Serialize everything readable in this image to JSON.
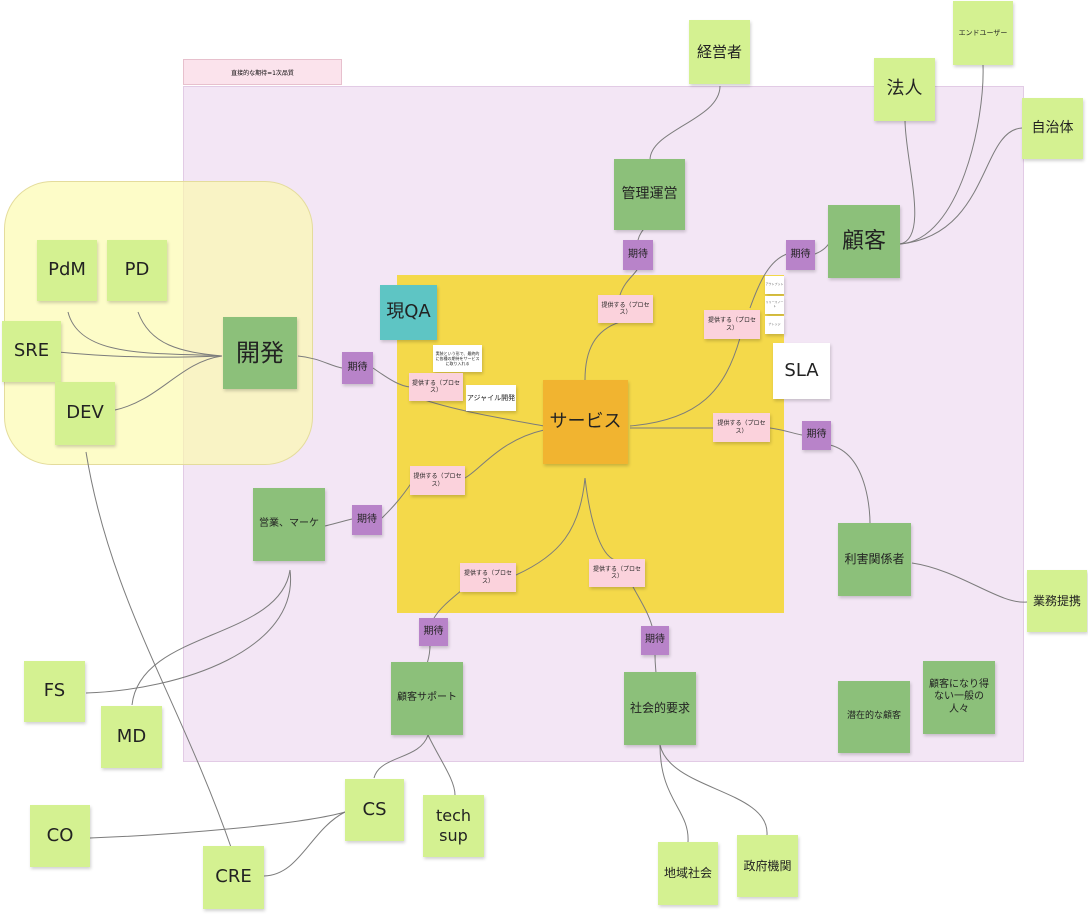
{
  "frame_label": "直接的な期待=1次品質",
  "center": "サービス",
  "team": {
    "dev": "開発",
    "pdm": "PdM",
    "pd": "PD",
    "sre": "SRE",
    "devs": "DEV"
  },
  "stakeholders": {
    "management": "管理運営",
    "executive": "経営者",
    "customer": "顧客",
    "corporate": "法人",
    "end_user": "エンドユーザー",
    "municipality": "自治体",
    "sales": "営業、マーケ",
    "interested": "利害関係者",
    "partnership": "業務提携",
    "support": "顧客サポート",
    "social": "社会的要求",
    "potential": "潜在的な顧客",
    "general": "顧客になり得ない一般の人々",
    "fs": "FS",
    "md": "MD",
    "co": "CO",
    "cs": "CS",
    "techsup": "tech sup",
    "cre": "CRE",
    "local": "地域社会",
    "government": "政府機関"
  },
  "tags": {
    "qa": "現QA",
    "sla": "SLA",
    "agile": "アジャイル開発",
    "memo": "実装という形で、最終的に各種の期待をサービスに取り入れる"
  },
  "expect_label": "期待",
  "provide_label": "提供する（プロセス）",
  "mini_notes": [
    "アウトプット",
    "リリースノート",
    "ナレッジ"
  ],
  "colors": {
    "frame": "#f3e6f5",
    "central": "#f4d94a",
    "lime": "#d4f191",
    "green": "#8cc07a",
    "purple": "#b883c9",
    "pink": "#fbd2dc",
    "teal": "#5ec5c4",
    "orange": "#f1b430"
  }
}
